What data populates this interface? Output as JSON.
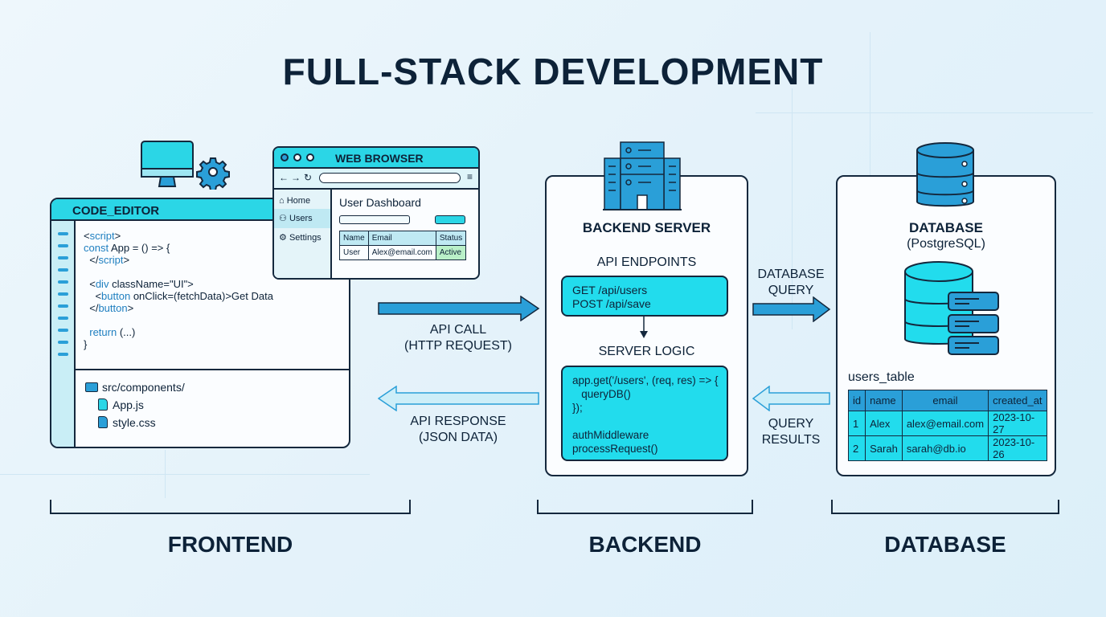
{
  "title": "FULL-STACK DEVELOPMENT",
  "colors": {
    "navy": "#0d2238",
    "cyan": "#22dced",
    "blue": "#2a9fd8",
    "active_green": "#b9f0c8"
  },
  "frontend": {
    "code_editor": {
      "title": "CODE_EDITOR",
      "code_lines": [
        "<script>",
        "const App = () => {",
        "  </script>",
        "",
        "  <div className=\"UI\">",
        "    <button onClick=(fetchData)>Get Data",
        "  </button>",
        "",
        "  return (...)",
        "}"
      ],
      "files": {
        "folder": "src/components/",
        "items": [
          "App.js",
          "style.css"
        ]
      }
    },
    "browser": {
      "title": "WEB BROWSER",
      "nav": [
        "Home",
        "Users",
        "Settings"
      ],
      "active_nav": "Users",
      "page_title": "User Dashboard",
      "table": {
        "headers": [
          "Name",
          "Email",
          "Status"
        ],
        "rows": [
          [
            "User",
            "Alex@email.com",
            "Active"
          ]
        ]
      }
    }
  },
  "arrows": {
    "api_call": [
      "API CALL",
      "(HTTP REQUEST)"
    ],
    "api_response": [
      "API RESPONSE",
      "(JSON DATA)"
    ],
    "db_query": [
      "DATABASE",
      "QUERY"
    ],
    "query_results": [
      "QUERY",
      "RESULTS"
    ]
  },
  "backend": {
    "title": "BACKEND SERVER",
    "endpoints_label": "API ENDPOINTS",
    "endpoints": "GET /api/users\nPOST /api/save",
    "logic_label": "SERVER LOGIC",
    "logic_code": "app.get('/users', (req, res) => {\n   queryDB()\n});\n\nauthMiddleware\nprocessRequest()"
  },
  "database": {
    "title": "DATABASE",
    "subtitle": "(PostgreSQL)",
    "table_name": "users_table",
    "table": {
      "headers": [
        "id",
        "name",
        "email",
        "created_at"
      ],
      "rows": [
        [
          "1",
          "Alex",
          "alex@email.com",
          "2023-10-27"
        ],
        [
          "2",
          "Sarah",
          "sarah@db.io",
          "2023-10-26"
        ]
      ]
    }
  },
  "sections": [
    "FRONTEND",
    "BACKEND",
    "DATABASE"
  ]
}
